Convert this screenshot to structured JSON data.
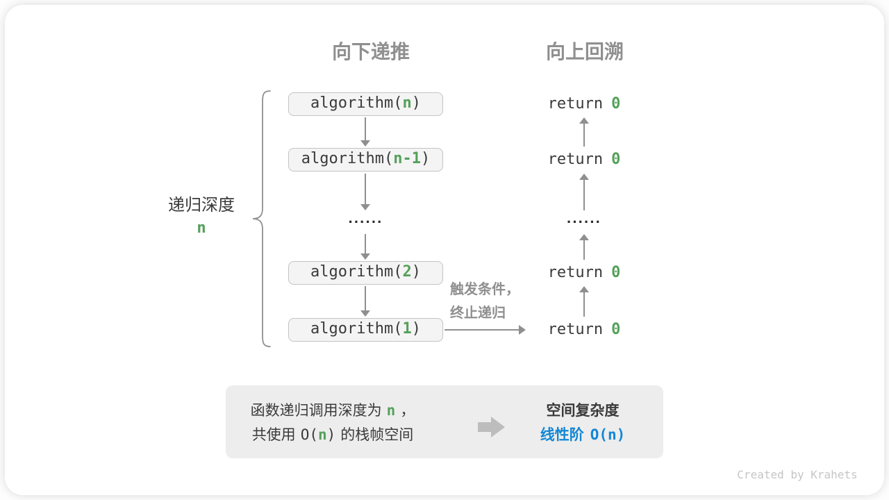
{
  "colors": {
    "green": "#55a05a",
    "blue": "#1287d6",
    "gray-heading": "#8f8f8f",
    "dark-text": "#3a3a3a",
    "arrow-gray": "#8f8f8f",
    "box-fill": "#f4f4f4",
    "box-border": "#c3c3c3",
    "panel-fill": "#ededed",
    "big-arrow": "#bdbdbd",
    "watermark": "#c5c5c5",
    "dots-color": "#2e2e2e",
    "brace": "#8f8f8f"
  },
  "headers": {
    "downward": "向下递推",
    "upward": "向上回溯"
  },
  "depth": {
    "label": "递归深度",
    "value": "n"
  },
  "ellipsis": "······",
  "call_stack": [
    {
      "fn": "algorithm(",
      "arg": "n",
      "close": ")"
    },
    {
      "fn": "algorithm(",
      "arg": "n-1",
      "close": ")"
    },
    {
      "fn": "algorithm(",
      "arg": "2",
      "close": ")"
    },
    {
      "fn": "algorithm(",
      "arg": "1",
      "close": ")"
    }
  ],
  "returns": [
    {
      "kw": "return",
      "val": "0"
    },
    {
      "kw": "return",
      "val": "0"
    },
    {
      "kw": "return",
      "val": "0"
    },
    {
      "kw": "return",
      "val": "0"
    }
  ],
  "base_case": {
    "line1": "触发条件，",
    "line2": "终止递归"
  },
  "summary": {
    "left": {
      "l1_text": "函数递归调用深度为",
      "l1_var": "n",
      "l1_tail": "，",
      "l2_text": "共使用",
      "l2_open": "O(",
      "l2_var": "n",
      "l2_close": ")",
      "l2_tail": "的栈帧空间"
    },
    "right": {
      "title": "空间复杂度",
      "label": "线性阶",
      "value": "O(n)"
    }
  },
  "watermark": "Created by Krahets"
}
